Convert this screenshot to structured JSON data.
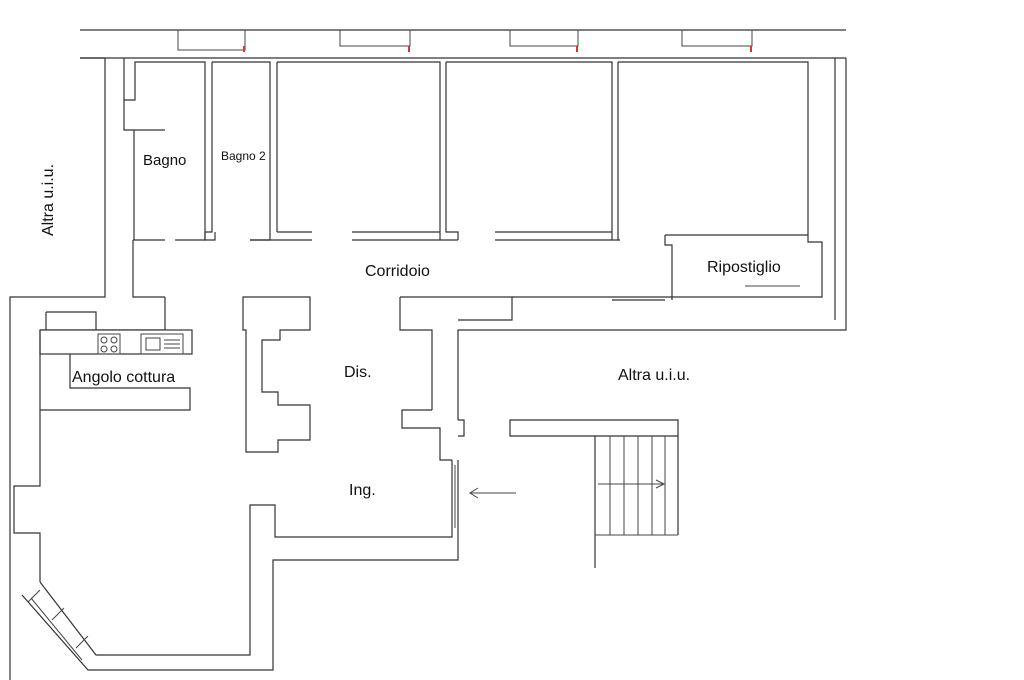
{
  "rooms": {
    "bagno": "Bagno",
    "bagno2": "Bagno 2",
    "corridoio": "Corridoio",
    "ripostiglio": "Ripostiglio",
    "angolo_cottura": "Angolo cottura",
    "dis": "Dis.",
    "ing": "Ing."
  },
  "neighbors": {
    "left": "Altra u.i.u.",
    "right": "Altra u.i.u."
  },
  "colors": {
    "wall": "#333333",
    "marker": "#d9343a",
    "background": "#ffffff"
  },
  "icons": [
    "stove-icon",
    "sink-icon",
    "entrance-arrow-icon",
    "staircase-icon"
  ]
}
